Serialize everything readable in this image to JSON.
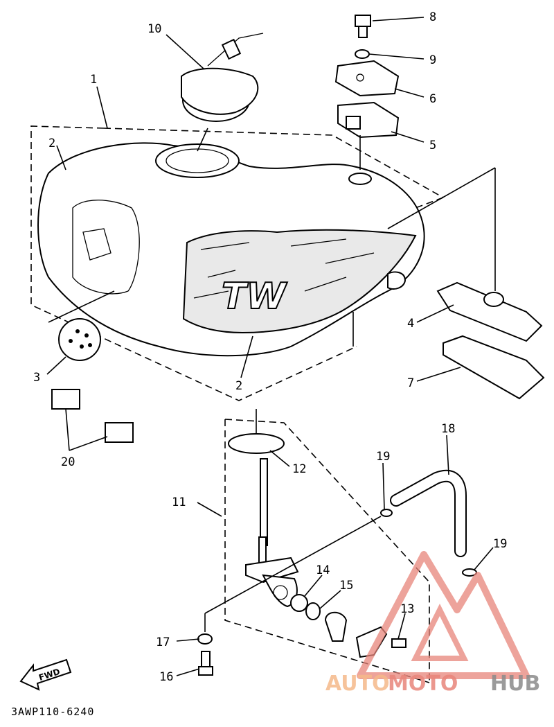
{
  "diagram": {
    "callouts": [
      "1",
      "2",
      "2",
      "3",
      "4",
      "5",
      "6",
      "7",
      "8",
      "9",
      "10",
      "11",
      "12",
      "13",
      "14",
      "15",
      "16",
      "17",
      "18",
      "19",
      "19",
      "20"
    ],
    "fwd_label": "FWD",
    "logo_label": "TW",
    "drawing_code": "3AWP110-6240"
  },
  "watermark": {
    "part1": "AUTO",
    "part2": "MOTO",
    "part3": "HUB",
    "color_auto": "#f5b98a",
    "color_moto": "#e8857a",
    "color_hub": "#8a8a8a"
  }
}
